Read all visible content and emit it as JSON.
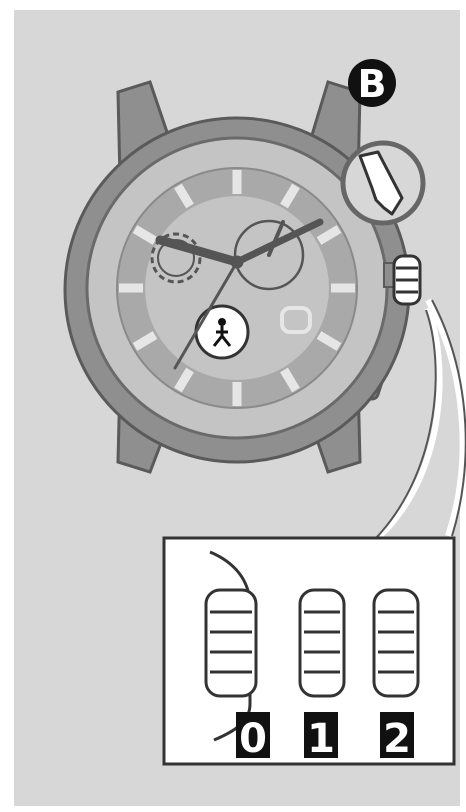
{
  "diagram": {
    "callout_letter": "B",
    "crown_positions": [
      {
        "label": "0"
      },
      {
        "label": "1"
      },
      {
        "label": "2"
      }
    ],
    "colors": {
      "background": "#d7d7d7",
      "case": "#8f8f8f",
      "case_outline": "#5a5a5a",
      "dial": "#c4c4c4",
      "ring": "#a9a9a9",
      "hands": "#555555",
      "black": "#111111",
      "white": "#ffffff"
    }
  }
}
